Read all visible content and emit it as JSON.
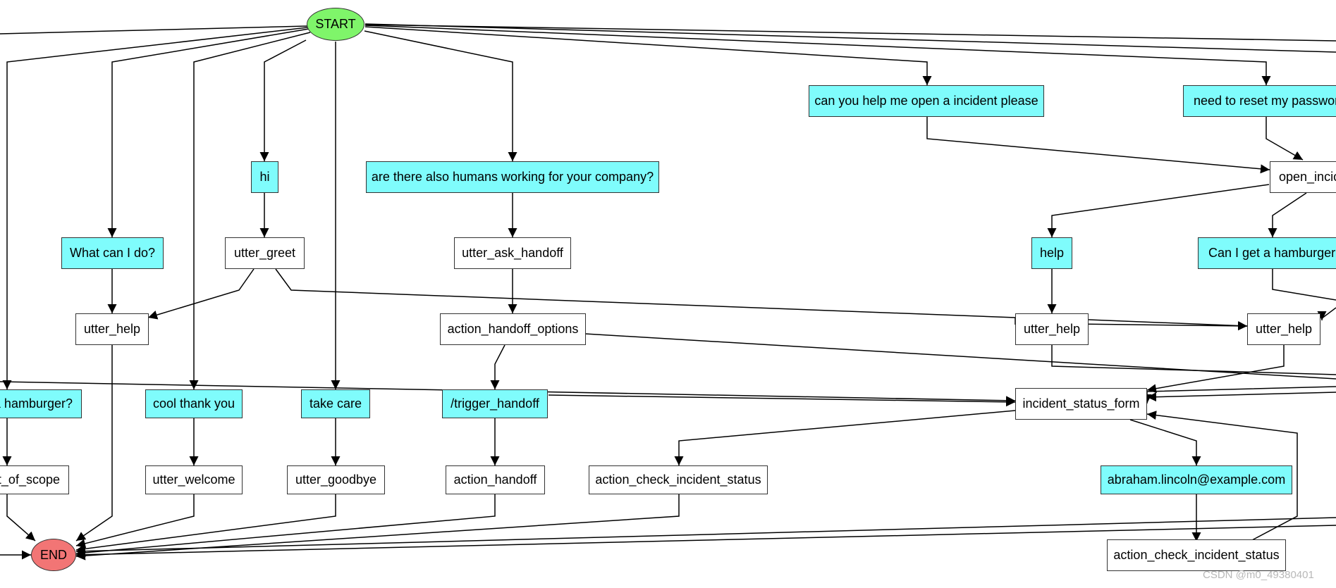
{
  "diagram": {
    "colors": {
      "user_node": "#7ffcfc",
      "action_node": "#ffffff",
      "start_node": "#7ff56a",
      "end_node": "#f27575",
      "edge": "#000000"
    },
    "start_label": "START",
    "end_label": "END",
    "user_nodes": {
      "hamburger_left": "a hamburger?",
      "what_can_i_do": "What can I do?",
      "cool_thank_you": "cool thank you",
      "hi": "hi",
      "take_care": "take care",
      "humans": "are there also humans working for your company?",
      "trigger_handoff": "/trigger_handoff",
      "open_incident": "can you help me open a incident please",
      "reset_password": "need to reset my passwor",
      "help": "help",
      "hamburger_right": "Can I get a hamburger?",
      "email": "abraham.lincoln@example.com"
    },
    "action_nodes": {
      "out_of_scope": "t_of_scope",
      "utter_help_1": "utter_help",
      "utter_welcome": "utter_welcome",
      "utter_greet": "utter_greet",
      "utter_goodbye": "utter_goodbye",
      "utter_ask_handoff": "utter_ask_handoff",
      "action_handoff_options": "action_handoff_options",
      "action_handoff": "action_handoff",
      "action_check_incident_status_1": "action_check_incident_status",
      "open_incident_form": "open_incic",
      "utter_help_2": "utter_help",
      "utter_help_3": "utter_help",
      "incident_status_form": "incident_status_form",
      "action_check_incident_status_2": "action_check_incident_status"
    }
  },
  "watermark": "CSDN @m0_49380401"
}
